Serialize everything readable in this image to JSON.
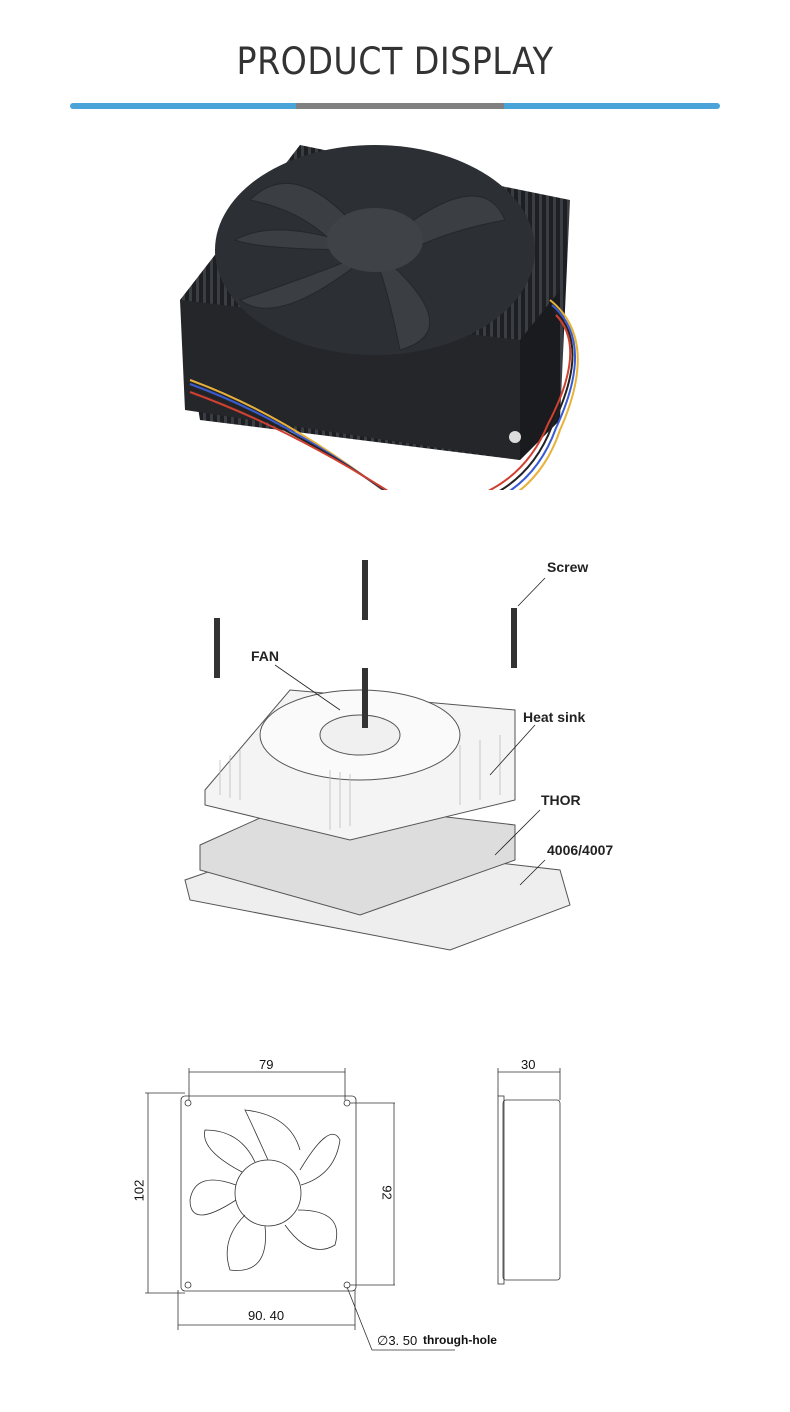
{
  "header": {
    "title": "PRODUCT DISPLAY"
  },
  "colors": {
    "accent": "#4aa3d9",
    "divider_mid": "#818081"
  },
  "exploded_view": {
    "labels": {
      "screw": "Screw",
      "fan": "FAN",
      "heat_sink": "Heat sink",
      "thor": "THOR",
      "board": "4006/4007"
    }
  },
  "dimensions": {
    "top_width": "79",
    "height": "102",
    "hole_spacing": "92",
    "bottom_width": "90. 40",
    "depth": "30",
    "hole": "∅3. 50",
    "hole_note": "through-hole"
  }
}
